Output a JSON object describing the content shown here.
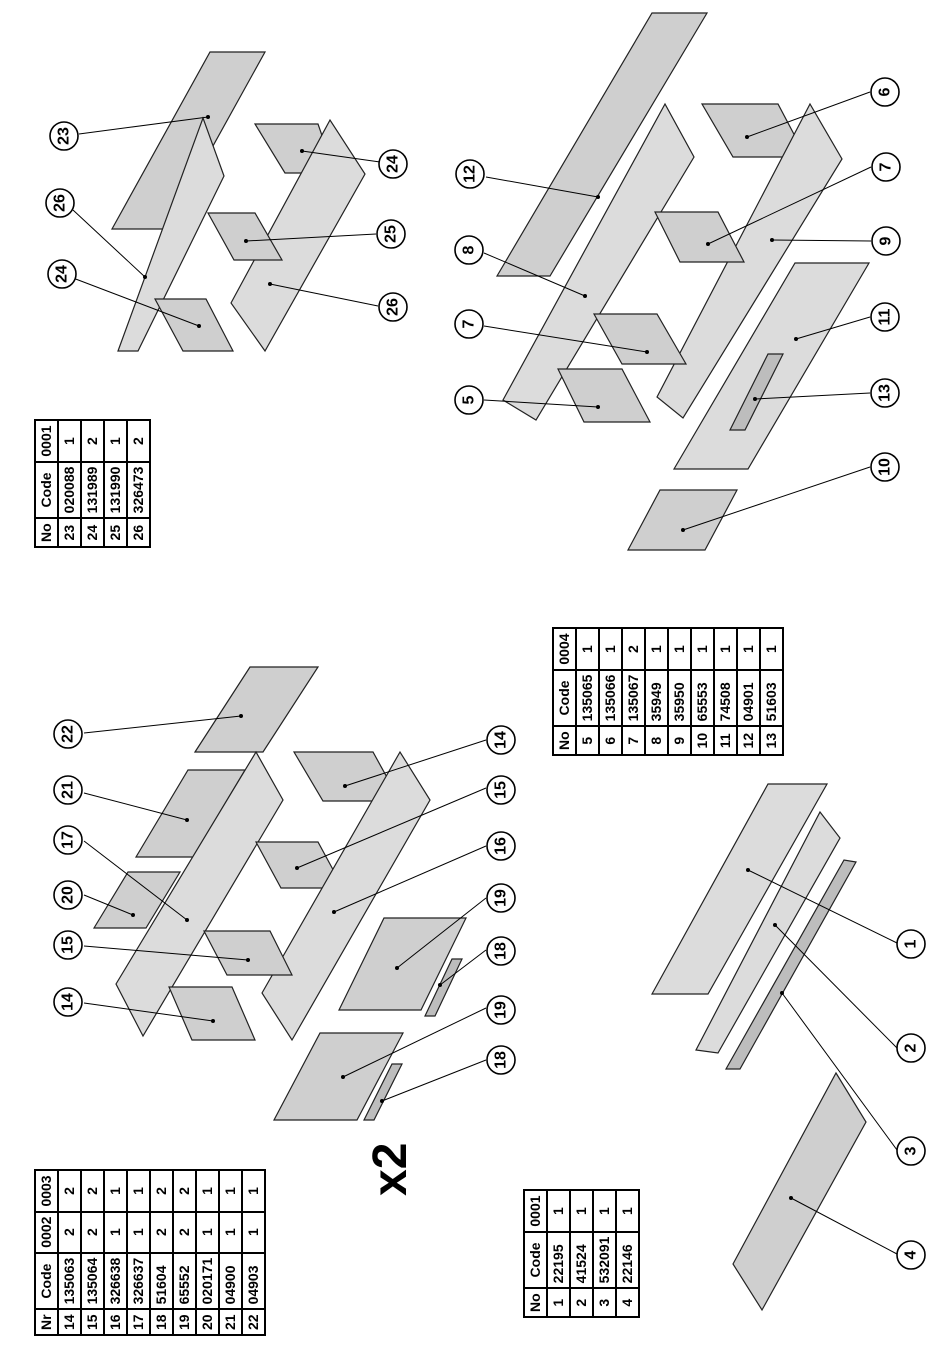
{
  "multiplier": "x2",
  "callouts": [
    "1",
    "2",
    "3",
    "4",
    "5",
    "6",
    "7",
    "8",
    "9",
    "10",
    "11",
    "12",
    "13",
    "14",
    "15",
    "16",
    "17",
    "18",
    "19",
    "20",
    "21",
    "22",
    "23",
    "24",
    "25",
    "26"
  ],
  "tables": [
    {
      "id": "table-parts-1-4",
      "headers": [
        "No",
        "Code",
        "0001"
      ],
      "rows": [
        [
          "1",
          "22195",
          "1"
        ],
        [
          "2",
          "41524",
          "1"
        ],
        [
          "3",
          "532091",
          "1"
        ],
        [
          "4",
          "22146",
          "1"
        ]
      ]
    },
    {
      "id": "table-parts-5-13",
      "headers": [
        "No",
        "Code",
        "0004"
      ],
      "rows": [
        [
          "5",
          "135065",
          "1"
        ],
        [
          "6",
          "135066",
          "1"
        ],
        [
          "7",
          "135067",
          "2"
        ],
        [
          "8",
          "35949",
          "1"
        ],
        [
          "9",
          "35950",
          "1"
        ],
        [
          "10",
          "65553",
          "1"
        ],
        [
          "11",
          "74508",
          "1"
        ],
        [
          "12",
          "04901",
          "1"
        ],
        [
          "13",
          "51603",
          "1"
        ]
      ]
    },
    {
      "id": "table-parts-14-22",
      "headers": [
        "Nr",
        "Code",
        "0002",
        "0003"
      ],
      "rows": [
        [
          "14",
          "135063",
          "2",
          "2"
        ],
        [
          "15",
          "135064",
          "2",
          "2"
        ],
        [
          "16",
          "326638",
          "1",
          "1"
        ],
        [
          "17",
          "326637",
          "1",
          "1"
        ],
        [
          "18",
          "51604",
          "2",
          "2"
        ],
        [
          "19",
          "65552",
          "2",
          "2"
        ],
        [
          "20",
          "020171",
          "1",
          "1"
        ],
        [
          "21",
          "04900",
          "1",
          "1"
        ],
        [
          "22",
          "04903",
          "1",
          "1"
        ]
      ]
    },
    {
      "id": "table-parts-23-26",
      "headers": [
        "No",
        "Code",
        "0001"
      ],
      "rows": [
        [
          "23",
          "020088",
          "1"
        ],
        [
          "24",
          "131989",
          "2"
        ],
        [
          "25",
          "131990",
          "1"
        ],
        [
          "26",
          "326473",
          "2"
        ]
      ]
    }
  ]
}
